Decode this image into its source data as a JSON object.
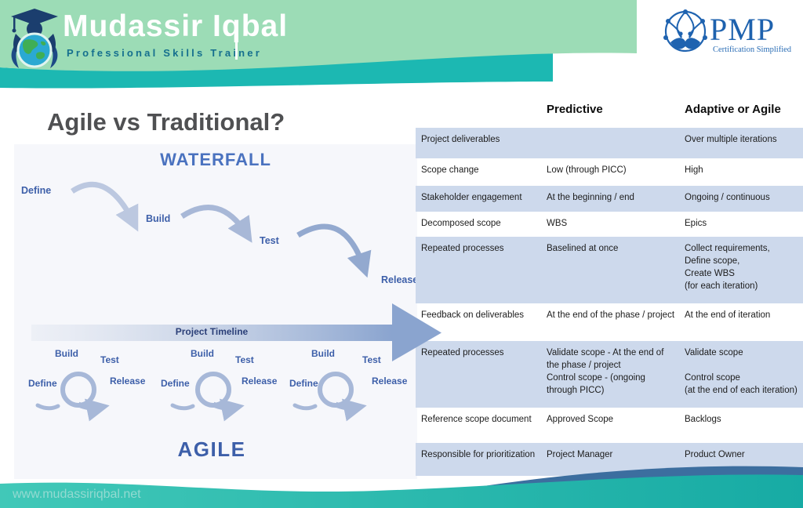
{
  "header": {
    "brand_name": "Mudassir Iqbal",
    "brand_tagline": "Professional Skills Trainer",
    "pmp": {
      "title": "PMP",
      "subtitle": "Certification Simplified"
    }
  },
  "slide": {
    "title": "Agile vs Traditional?"
  },
  "diagram": {
    "waterfall_title": "WATERFALL",
    "steps": {
      "define": "Define",
      "build": "Build",
      "test": "Test",
      "release": "Release"
    },
    "timeline_label": "Project Timeline",
    "agile_title": "AGILE",
    "loop": {
      "build": "Build",
      "test": "Test",
      "define": "Define",
      "release": "Release"
    }
  },
  "table": {
    "columns": {
      "predictive": "Predictive",
      "adaptive": "Adaptive or Agile"
    },
    "rows": [
      {
        "label": "Project deliverables",
        "predictive": "",
        "adaptive": "Over multiple iterations"
      },
      {
        "label": "Scope change",
        "predictive": "Low (through PICC)",
        "adaptive": "High"
      },
      {
        "label": "Stakeholder  engagement",
        "predictive": "At the beginning / end",
        "adaptive": "Ongoing / continuous"
      },
      {
        "label": "Decomposed  scope",
        "predictive": "WBS",
        "adaptive": "Epics"
      },
      {
        "label": "Repeated processes",
        "predictive": "Baselined at once",
        "adaptive": "Collect requirements,\nDefine scope,\nCreate WBS\n(for each iteration)"
      },
      {
        "label": "Feedback on deliverables",
        "predictive": "At the end of the phase / project",
        "adaptive": "At the end of iteration"
      },
      {
        "label": "Repeated processes",
        "predictive": "Validate scope - At the end of\nthe phase / project\nControl scope - (ongoing\nthrough PICC)",
        "adaptive": "Validate scope\n\nControl scope\n(at the end of each iteration)"
      },
      {
        "label": "Reference scope document",
        "predictive": "Approved  Scope",
        "adaptive": "Backlogs"
      },
      {
        "label": "Responsible for prioritization",
        "predictive": "Project  Manager",
        "adaptive": "Product  Owner"
      }
    ]
  },
  "footer": {
    "url": "www.mudassiriqbal.net"
  },
  "colors": {
    "header_green": "#9cdcb6",
    "teal_band": "#1cb8b2",
    "table_shaded_row": "#cdd9ec",
    "diagram_blue_text": "#3d5fa9",
    "arrow_blue": "#93a9cf",
    "footer_teal": "#2bc0b2",
    "footer_navy": "#3c6e9f",
    "pmp_blue": "#1e62ae"
  }
}
